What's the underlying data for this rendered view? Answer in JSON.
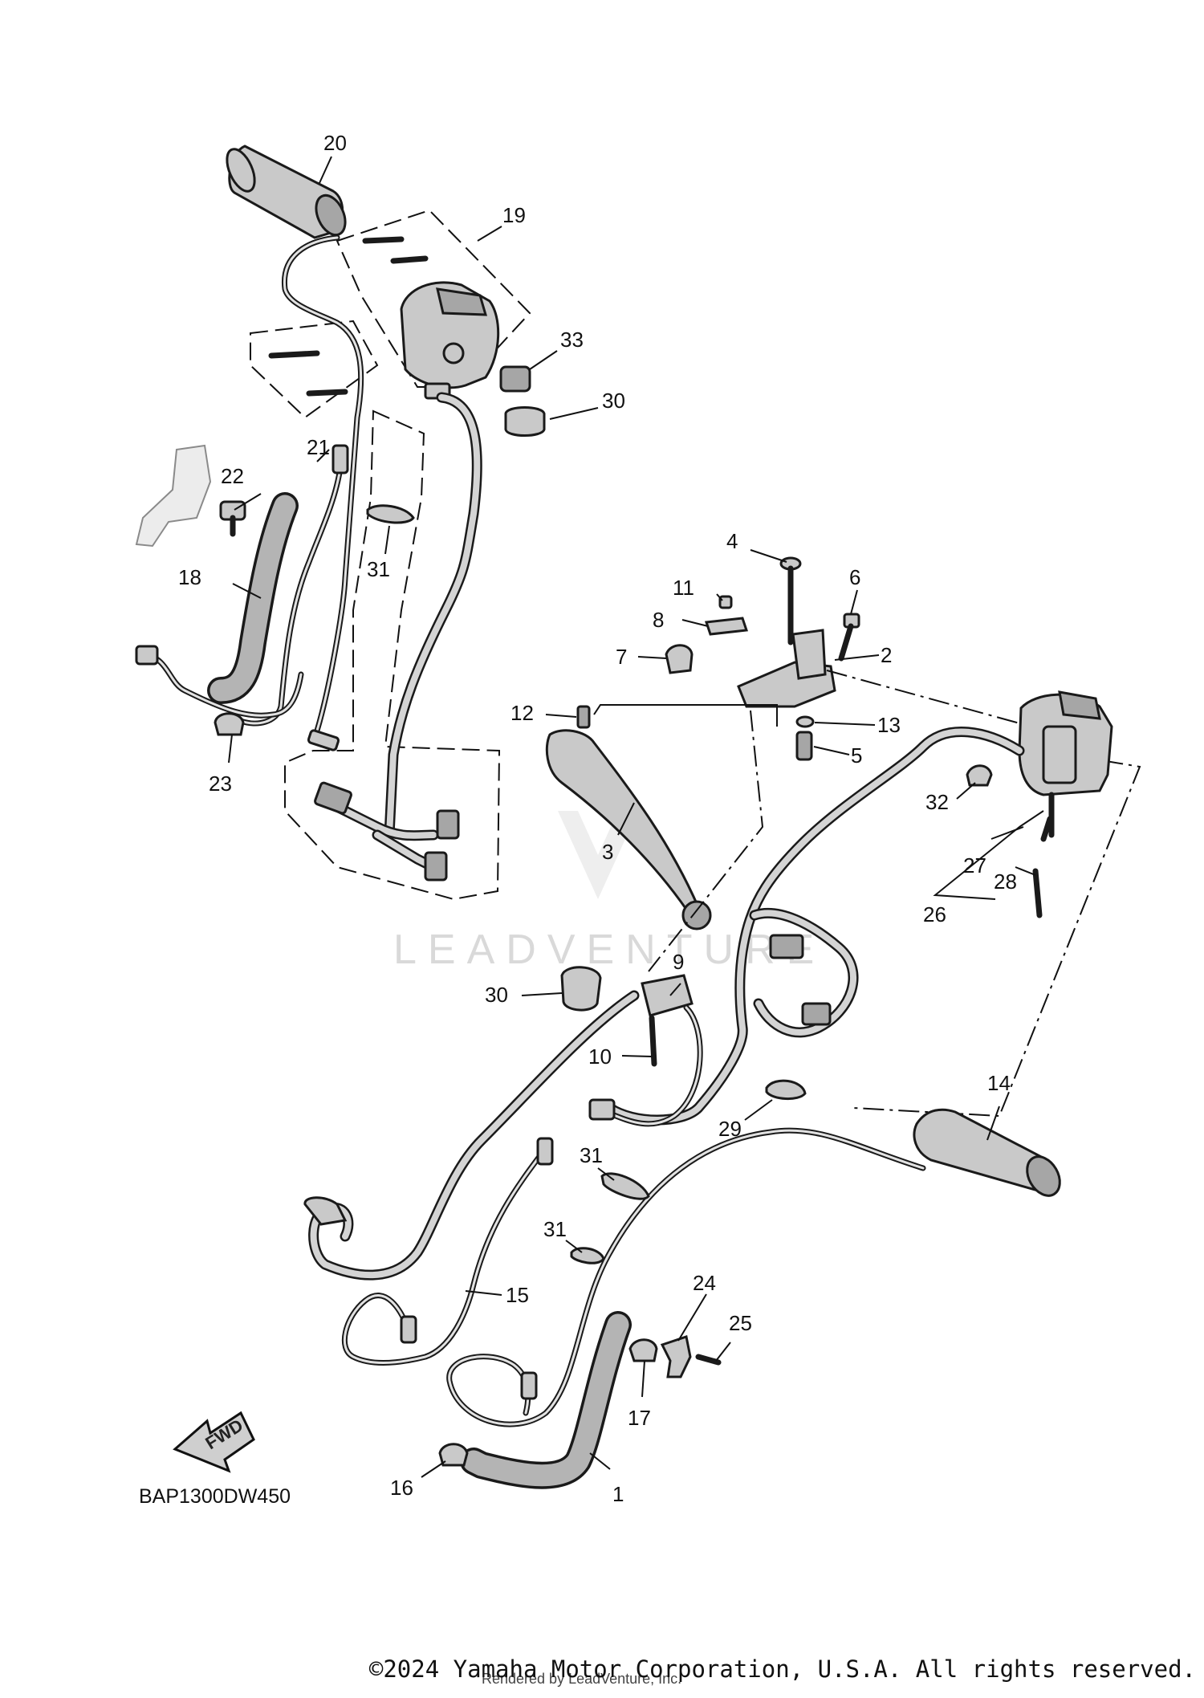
{
  "diagram": {
    "callouts": [
      {
        "id": "c1",
        "text": "1"
      },
      {
        "id": "c2",
        "text": "2"
      },
      {
        "id": "c3",
        "text": "3"
      },
      {
        "id": "c4",
        "text": "4"
      },
      {
        "id": "c5",
        "text": "5"
      },
      {
        "id": "c6",
        "text": "6"
      },
      {
        "id": "c7",
        "text": "7"
      },
      {
        "id": "c8",
        "text": "8"
      },
      {
        "id": "c9",
        "text": "9"
      },
      {
        "id": "c10",
        "text": "10"
      },
      {
        "id": "c11",
        "text": "11"
      },
      {
        "id": "c12",
        "text": "12"
      },
      {
        "id": "c13",
        "text": "13"
      },
      {
        "id": "c14",
        "text": "14"
      },
      {
        "id": "c15",
        "text": "15"
      },
      {
        "id": "c16",
        "text": "16"
      },
      {
        "id": "c17",
        "text": "17"
      },
      {
        "id": "c18",
        "text": "18"
      },
      {
        "id": "c19",
        "text": "19"
      },
      {
        "id": "c20",
        "text": "20"
      },
      {
        "id": "c21",
        "text": "21"
      },
      {
        "id": "c22",
        "text": "22"
      },
      {
        "id": "c23",
        "text": "23"
      },
      {
        "id": "c24",
        "text": "24"
      },
      {
        "id": "c25",
        "text": "25"
      },
      {
        "id": "c26",
        "text": "26"
      },
      {
        "id": "c27",
        "text": "27"
      },
      {
        "id": "c28",
        "text": "28"
      },
      {
        "id": "c29",
        "text": "29"
      },
      {
        "id": "c30a",
        "text": "30"
      },
      {
        "id": "c30b",
        "text": "30"
      },
      {
        "id": "c31a",
        "text": "31"
      },
      {
        "id": "c31b",
        "text": "31"
      },
      {
        "id": "c31c",
        "text": "31"
      },
      {
        "id": "c32",
        "text": "32"
      },
      {
        "id": "c33",
        "text": "33"
      }
    ],
    "diagram_code": "BAP1300DW450",
    "fwd_label": "FWD",
    "watermark": "LEADVENTURE"
  },
  "footer": {
    "copyright": "©2024 Yamaha Motor Corporation, U.S.A. All rights reserved.",
    "rendered_by": "Rendered by LeadVenture, Inc."
  },
  "colors": {
    "line": "#1a1a1a",
    "part_fill": "#c9c9c9",
    "watermark": "#d9d9d9"
  }
}
